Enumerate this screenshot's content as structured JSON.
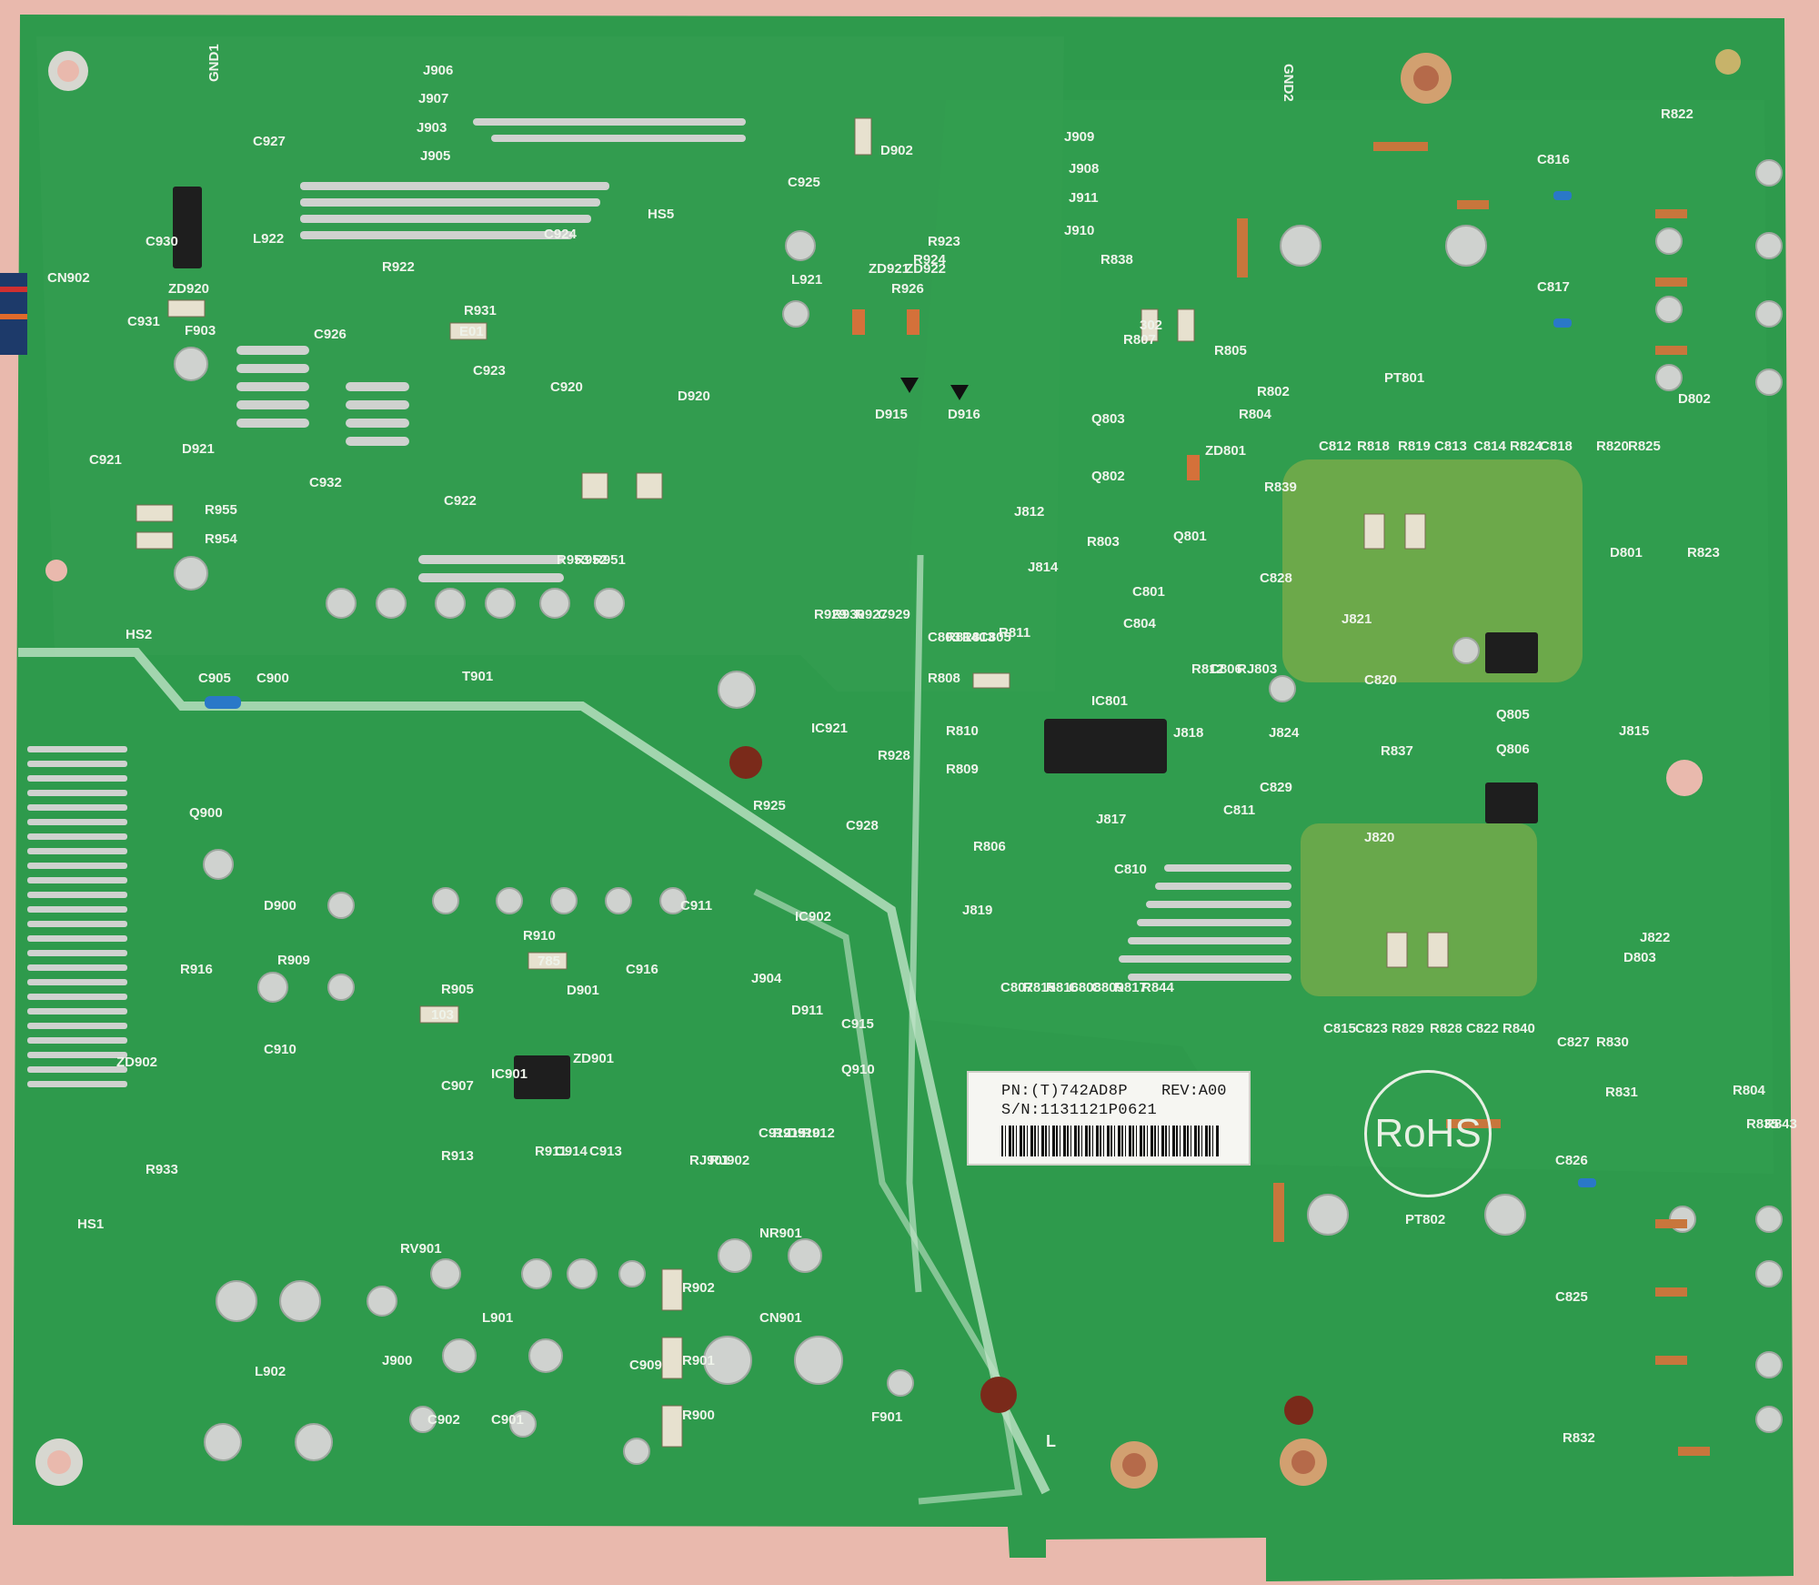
{
  "photo": {
    "subject": "power supply board, solder side",
    "colors": {
      "background": "#e9b9ad",
      "board": "#2e9a4c",
      "copper": "#3fae5a",
      "solder": "#cfd2cf",
      "silkscreen": "#eef3ea"
    }
  },
  "product_label": {
    "pn": "PN:(T)742AD8P",
    "rev": "REV:A00",
    "sn": "S/N:1131121P0621"
  },
  "rohs_mark": "RoHS",
  "silkscreen": {
    "gnd1": "GND1",
    "gnd2": "GND2",
    "j906": "J906",
    "j907": "J907",
    "j903": "J903",
    "j905": "J905",
    "j909": "J909",
    "j908": "J908",
    "j911": "J911",
    "j910": "J910",
    "c927": "C927",
    "c930": "C930",
    "cn902": "CN902",
    "zd920": "ZD920",
    "f903": "F903",
    "c931": "C931",
    "l922": "L922",
    "c926": "C926",
    "r922": "R922",
    "r931": "R931",
    "c923": "C923",
    "c924": "C924",
    "hs5": "HS5",
    "c925": "C925",
    "l921": "L921",
    "d902": "D902",
    "d920": "D920",
    "c920": "C920",
    "zd921": "ZD921",
    "zd922": "ZD922",
    "r926": "R926",
    "r924": "R924",
    "r923": "R923",
    "d915": "D915",
    "d916": "D916",
    "r838": "R838",
    "r807": "R807",
    "r805": "R805",
    "d921": "D921",
    "c921": "C921",
    "c932": "C932",
    "c922": "C922",
    "r955": "R955",
    "r954": "R954",
    "r953": "R953",
    "r952": "R952",
    "r951": "R951",
    "hs2": "HS2",
    "c905": "C905",
    "c900": "C900",
    "t901": "T901",
    "pt801": "PT801",
    "q803": "Q803",
    "q802": "Q802",
    "q801": "Q801",
    "zd801": "ZD801",
    "r802": "R802",
    "r804": "R804",
    "r839": "R839",
    "r803": "R803",
    "j812": "J812",
    "j814": "J814",
    "c812": "C812",
    "r818": "R818",
    "r819": "R819",
    "c813": "C813",
    "c814": "C814",
    "r824": "R824",
    "r820": "R820",
    "r825": "R825",
    "d802": "D802",
    "r822": "R822",
    "c817": "C817",
    "c816": "C816",
    "c818": "C818",
    "d801": "D801",
    "r823": "R823",
    "r929": "R929",
    "r930": "R930",
    "r927": "R927",
    "c929": "C929",
    "c803": "C803",
    "r814": "R814",
    "r813": "R813",
    "c805": "C805",
    "r811": "R811",
    "c801": "C801",
    "c804": "C804",
    "c828": "C828",
    "j821": "J821",
    "r808": "R808",
    "ic801": "IC801",
    "r812": "R812",
    "c806": "C806",
    "rj803": "RJ803",
    "c820": "C820",
    "q805": "Q805",
    "ic921": "IC921",
    "r928": "R928",
    "r809": "R809",
    "r810": "R810",
    "j818": "J818",
    "j824": "J824",
    "r837": "R837",
    "q806": "Q806",
    "j815": "J815",
    "r925": "R925",
    "c928": "C928",
    "c811": "C811",
    "c829": "C829",
    "j817": "J817",
    "j820": "J820",
    "r806": "R806",
    "c810": "C810",
    "j819": "J819",
    "c807": "C807",
    "r815": "R815",
    "r816": "R816",
    "c808": "C808",
    "c809": "C809",
    "r817": "R817",
    "r844": "R844",
    "c815": "C815",
    "c823": "C823",
    "r829": "R829",
    "r828": "R828",
    "c822": "C822",
    "r840": "R840",
    "q900": "Q900",
    "d900": "D900",
    "r910": "R910",
    "ic902": "IC902",
    "c911": "C911",
    "r909": "R909",
    "r916": "R916",
    "r905": "R905",
    "d901": "D901",
    "c916": "C916",
    "j904": "J904",
    "c910": "C910",
    "c907": "C907",
    "ic901": "IC901",
    "zd901": "ZD901",
    "d911": "D911",
    "c915": "C915",
    "q910": "Q910",
    "zd902": "ZD902",
    "r913": "R913",
    "r911": "R911",
    "c914": "C914",
    "c913": "C913",
    "rj901": "RJ901",
    "rj902": "RJ902",
    "r912": "R912",
    "d910": "D910",
    "r915": "R915",
    "c912": "C912",
    "r933": "R933",
    "hs1": "HS1",
    "rv901": "RV901",
    "nr901": "NR901",
    "l901": "L901",
    "r902": "R902",
    "cn901": "CN901",
    "c909": "C909",
    "r901": "R901",
    "r900": "R900",
    "f901": "F901",
    "l902": "L902",
    "j900": "J900",
    "c902": "C902",
    "c901": "C901",
    "pt802": "PT802",
    "c826": "C826",
    "c825": "C825",
    "r832": "R832",
    "r804b": "R804",
    "r843": "R843",
    "r835": "R835",
    "r831": "R831",
    "r830": "R830",
    "c827": "C827",
    "d803": "D803",
    "j822": "J822",
    "l": "L",
    "smd_103": "103",
    "smd_e01": "E01",
    "smd_785": "785",
    "smd_302": "302"
  }
}
